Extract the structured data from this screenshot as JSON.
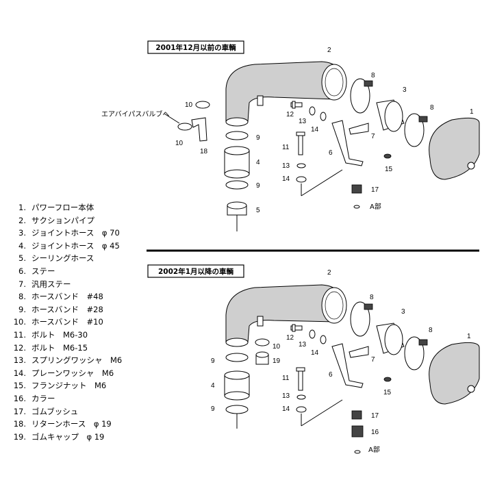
{
  "sections": [
    {
      "caption": "2001年12月以前の車輌"
    },
    {
      "caption": "2002年1月以降の車輌"
    }
  ],
  "notes": {
    "bypass": "エアバイパスバルブへ",
    "a_part_top": "A部",
    "a_part_bottom": "A部"
  },
  "callouts_top": [
    "1",
    "2",
    "3",
    "4",
    "5",
    "6",
    "7",
    "8",
    "8",
    "9",
    "9",
    "10",
    "10",
    "11",
    "12",
    "13",
    "13",
    "14",
    "14",
    "15",
    "17",
    "18"
  ],
  "callouts_bottom": [
    "1",
    "2",
    "3",
    "4",
    "6",
    "7",
    "8",
    "8",
    "9",
    "9",
    "10",
    "11",
    "12",
    "13",
    "13",
    "14",
    "14",
    "15",
    "16",
    "17",
    "19"
  ],
  "legend": [
    {
      "num": "1.",
      "text": "パワーフロー本体"
    },
    {
      "num": "2.",
      "text": "サクションパイプ"
    },
    {
      "num": "3.",
      "text": "ジョイントホース　φ 70"
    },
    {
      "num": "4.",
      "text": "ジョイントホース　φ 45"
    },
    {
      "num": "5.",
      "text": "シーリングホース"
    },
    {
      "num": "6.",
      "text": "ステー"
    },
    {
      "num": "7.",
      "text": "汎用ステー"
    },
    {
      "num": "8.",
      "text": "ホースバンド　#48"
    },
    {
      "num": "9.",
      "text": "ホースバンド　#28"
    },
    {
      "num": "10.",
      "text": "ホースバンド　#10"
    },
    {
      "num": "11.",
      "text": "ボルト　M6-30"
    },
    {
      "num": "12.",
      "text": "ボルト　M6-15"
    },
    {
      "num": "13.",
      "text": "スプリングワッシャ　M6"
    },
    {
      "num": "14.",
      "text": "プレーンワッシャ　M6"
    },
    {
      "num": "15.",
      "text": "フランジナット　M6"
    },
    {
      "num": "16.",
      "text": "カラー"
    },
    {
      "num": "17.",
      "text": "ゴムブッシュ"
    },
    {
      "num": "18.",
      "text": "リターンホース　φ 19"
    },
    {
      "num": "19.",
      "text": "ゴムキャップ　φ 19"
    }
  ]
}
